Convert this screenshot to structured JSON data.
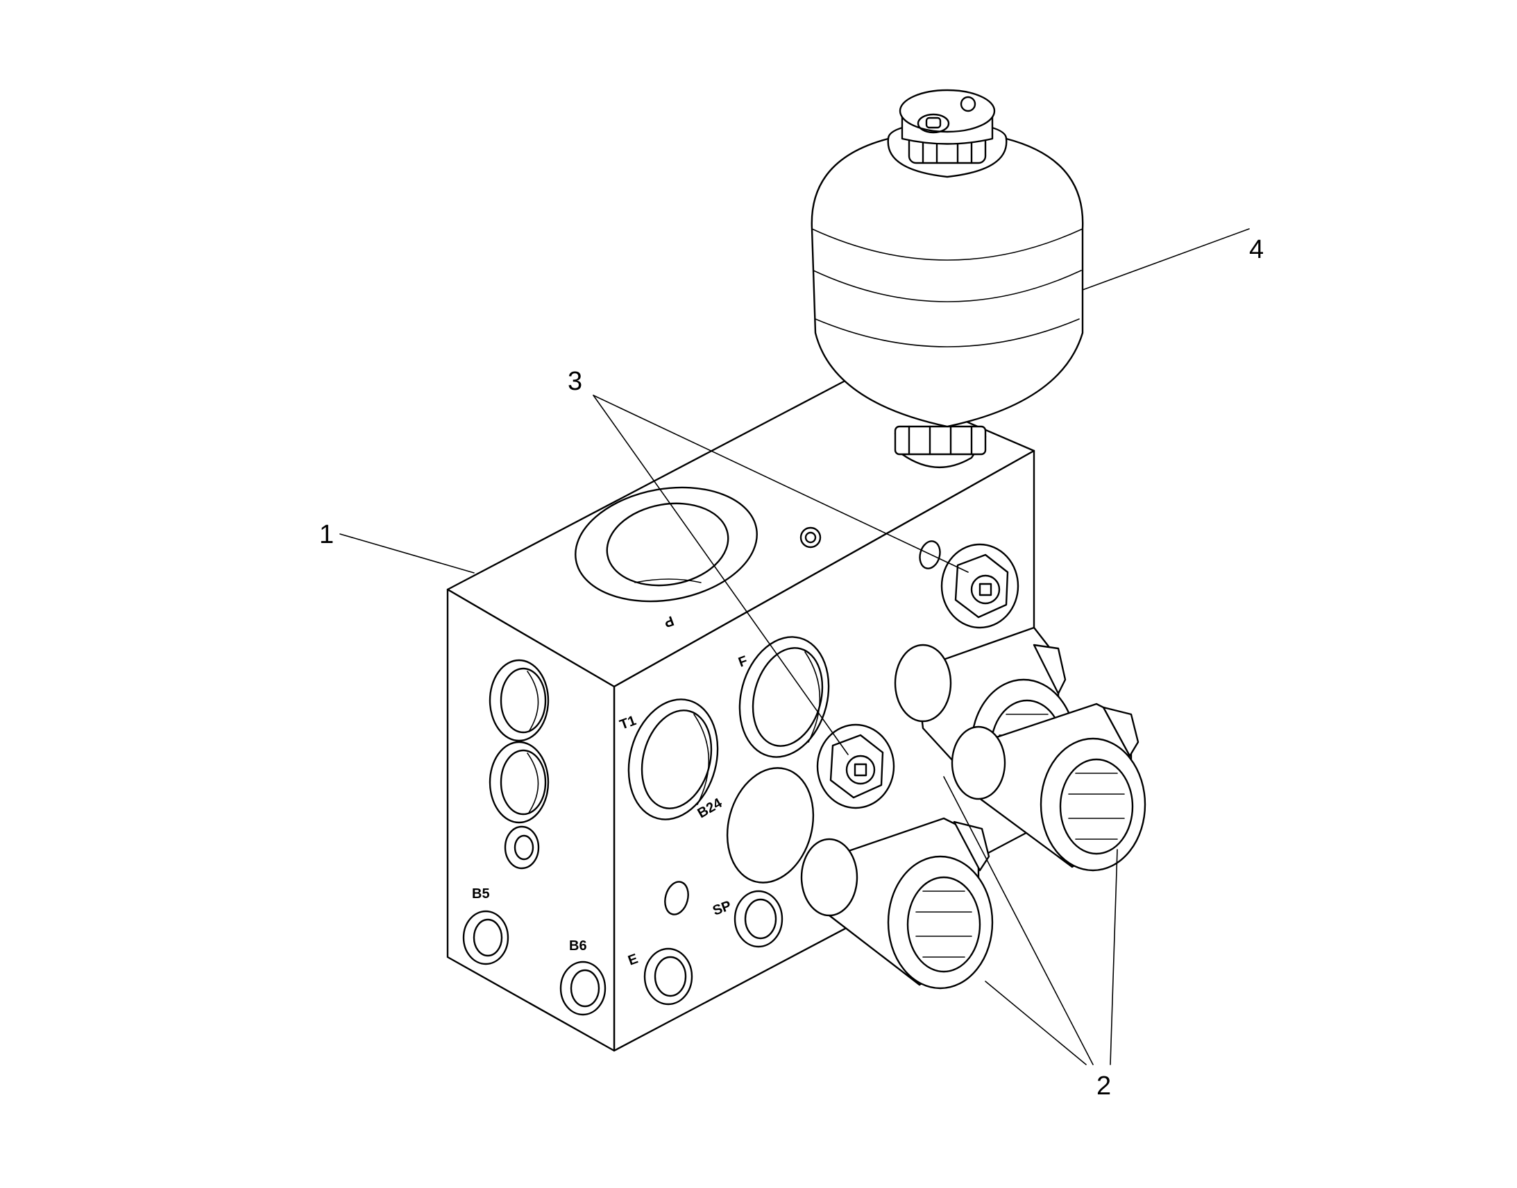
{
  "callouts": {
    "c1": "1",
    "c2": "2",
    "c3": "3",
    "c4": "4"
  },
  "ports": {
    "t1": "T1",
    "f": "F",
    "b24": "B24",
    "b5": "B5",
    "b6": "B6",
    "e": "E",
    "sp": "SP",
    "p": "P"
  },
  "colors": {
    "line": "#000000",
    "background": "#ffffff"
  }
}
